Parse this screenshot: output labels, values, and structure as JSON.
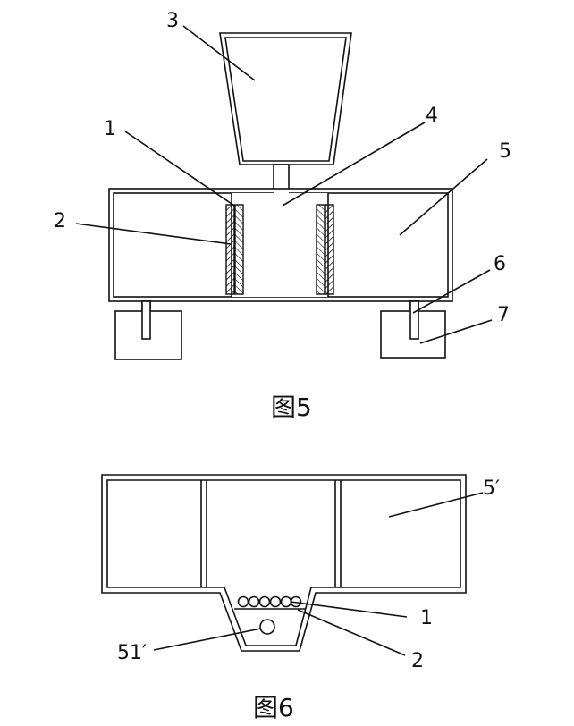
{
  "fig5": {
    "caption": "图5",
    "labels": {
      "l1": "1",
      "l2": "2",
      "l3": "3",
      "l4": "4",
      "l5": "5",
      "l6": "6",
      "l7": "7"
    }
  },
  "fig6": {
    "caption": "图6",
    "labels": {
      "l5p": "5′",
      "l1": "1",
      "l2": "2",
      "l51p": "51′"
    }
  }
}
